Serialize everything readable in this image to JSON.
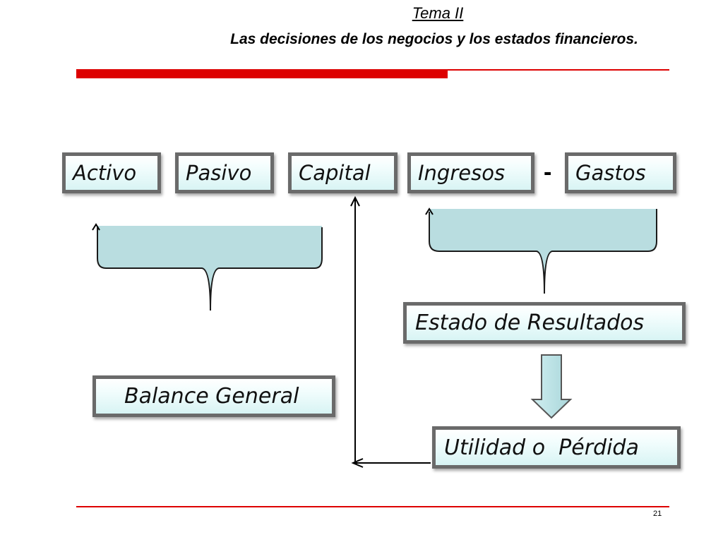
{
  "header": {
    "tema": "Tema II",
    "title": "Las decisiones de los negocios y los estados financieros."
  },
  "diagram": {
    "boxes": {
      "activo": "Activo",
      "pasivo": "Pasivo",
      "capital": "Capital",
      "ingresos": "Ingresos",
      "gastos": "Gastos",
      "estado_resultados": "Estado de Resultados",
      "balance_general": "Balance General",
      "utilidad_perdida": "Utilidad o  Pérdida"
    },
    "operator_minus": "-"
  },
  "footer": {
    "page_number": "21"
  },
  "colors": {
    "accent_red": "#dd0000",
    "box_fill": "#d8f4f4",
    "brace_fill": "#b9dde0",
    "box_border": "#6a6a6a"
  }
}
